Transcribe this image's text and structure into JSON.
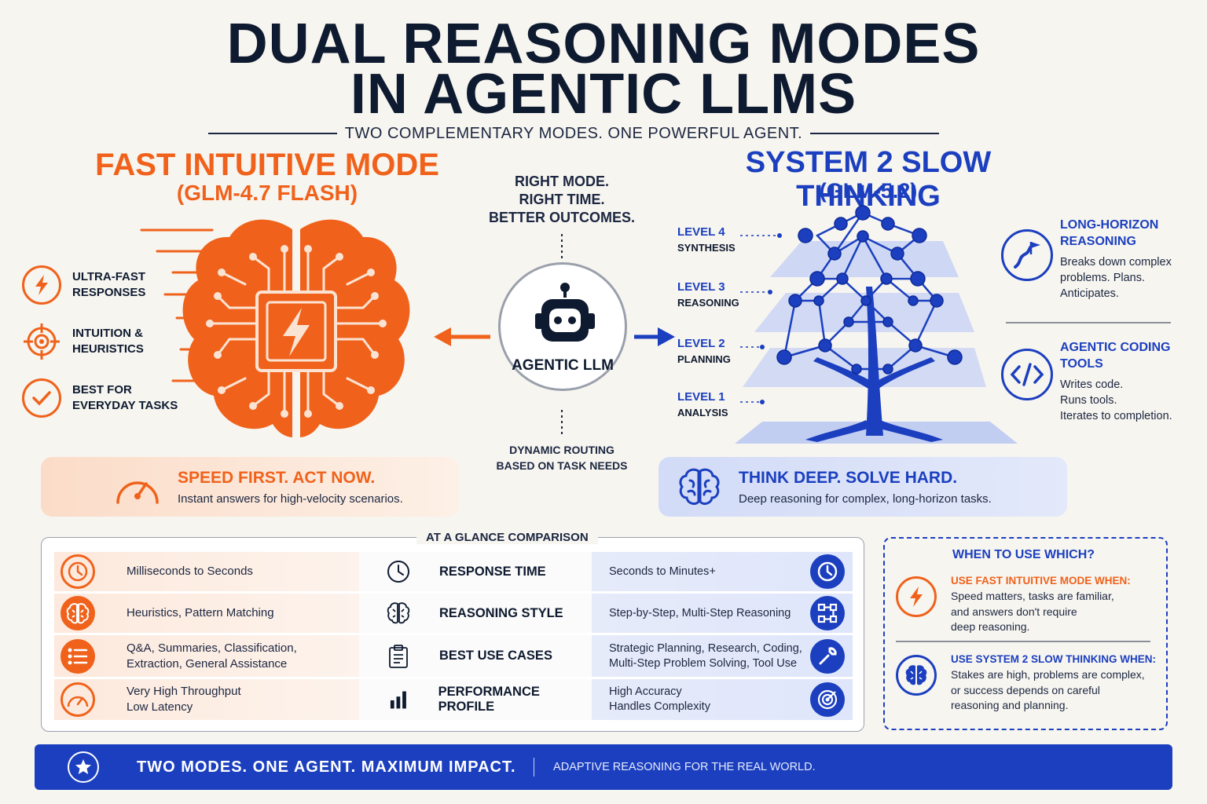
{
  "title_line1": "DUAL REASONING MODES",
  "title_line2": "IN AGENTIC LLMS",
  "subtitle": "TWO COMPLEMENTARY MODES. ONE POWERFUL AGENT.",
  "fast": {
    "heading": "FAST INTUITIVE MODE",
    "model": "(GLM-4.7 FLASH)",
    "features": [
      {
        "line1": "ULTRA-FAST",
        "line2": "RESPONSES",
        "icon": "lightning-icon"
      },
      {
        "line1": "INTUITION &",
        "line2": "HEURISTICS",
        "icon": "target-icon"
      },
      {
        "line1": "BEST FOR",
        "line2": "EVERYDAY TASKS",
        "icon": "check-icon"
      }
    ],
    "banner_title": "SPEED FIRST. ACT NOW.",
    "banner_sub": "Instant answers for high-velocity scenarios."
  },
  "center": {
    "line1": "RIGHT MODE.",
    "line2": "RIGHT TIME.",
    "line3": "BETTER OUTCOMES.",
    "agent_label": "AGENTIC LLM",
    "routing1": "DYNAMIC ROUTING",
    "routing2": "BASED ON TASK NEEDS"
  },
  "slow": {
    "heading": "SYSTEM 2 SLOW THINKING",
    "model": "(GLM-5.2)",
    "levels": [
      {
        "level": "LEVEL 4",
        "name": "SYNTHESIS"
      },
      {
        "level": "LEVEL 3",
        "name": "REASONING"
      },
      {
        "level": "LEVEL 2",
        "name": "PLANNING"
      },
      {
        "level": "LEVEL 1",
        "name": "ANALYSIS"
      }
    ],
    "side": [
      {
        "title1": "LONG-HORIZON",
        "title2": "REASONING",
        "t1": "Breaks down complex",
        "t2": "problems. Plans.",
        "t3": "Anticipates."
      },
      {
        "title1": "AGENTIC CODING",
        "title2": "TOOLS",
        "t1": "Writes code.",
        "t2": "Runs tools.",
        "t3": "Iterates to completion."
      }
    ],
    "banner_title": "THINK DEEP. SOLVE HARD.",
    "banner_sub": "Deep reasoning for complex, long-horizon tasks."
  },
  "comparison": {
    "title": "AT A GLANCE COMPARISON",
    "rows": [
      {
        "fast1": "Milliseconds to Seconds",
        "fast2": "",
        "label": "RESPONSE TIME",
        "slow1": "Seconds to Minutes+",
        "slow2": ""
      },
      {
        "fast1": "Heuristics, Pattern Matching",
        "fast2": "",
        "label": "REASONING STYLE",
        "slow1": "Step-by-Step, Multi-Step Reasoning",
        "slow2": ""
      },
      {
        "fast1": "Q&A, Summaries, Classification,",
        "fast2": "Extraction, General Assistance",
        "label": "BEST USE CASES",
        "slow1": "Strategic Planning, Research, Coding,",
        "slow2": "Multi-Step Problem Solving, Tool Use"
      },
      {
        "fast1": "Very High Throughput",
        "fast2": "Low Latency",
        "label": "PERFORMANCE PROFILE",
        "slow1": "High Accuracy",
        "slow2": "Handles Complexity"
      }
    ]
  },
  "when": {
    "title": "WHEN TO USE WHICH?",
    "fast_title": "USE FAST INTUITIVE MODE WHEN:",
    "fast_l1": "Speed matters, tasks are familiar,",
    "fast_l2": "and answers don't require",
    "fast_l3": "deep reasoning.",
    "slow_title": "USE SYSTEM 2 SLOW THINKING WHEN:",
    "slow_l1": "Stakes are high, problems are complex,",
    "slow_l2": "or success depends on careful",
    "slow_l3": "reasoning and planning."
  },
  "footer": {
    "main": "TWO MODES. ONE AGENT. MAXIMUM IMPACT.",
    "sub": "ADAPTIVE REASONING FOR THE REAL WORLD."
  },
  "colors": {
    "orange": "#f0621b",
    "blue": "#1b3fbf",
    "navy": "#0e1a2f"
  }
}
